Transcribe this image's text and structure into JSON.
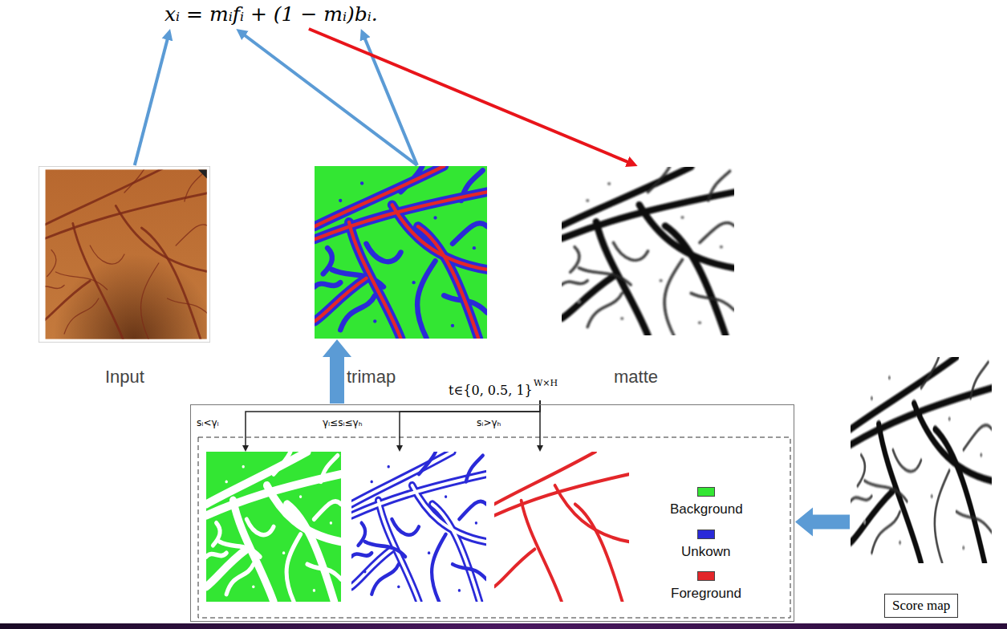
{
  "diagram": {
    "nodes": [
      {
        "text": [
          "xᵢ = mᵢfᵢ + (1 − mᵢ)bᵢ."
        ]
      },
      {
        "text": [
          "Input"
        ]
      },
      {
        "text": [
          "trimap"
        ]
      },
      {
        "text": [
          "matte"
        ]
      },
      {
        "text": [
          "t∈{0, 0.5, 1}",
          "W×H"
        ]
      },
      {
        "text": [
          "sᵢ<γₗ"
        ],
        "in": 4
      },
      {
        "text": [
          "γₗ≤sᵢ≤γₕ"
        ],
        "in": 4
      },
      {
        "text": [
          "sᵢ>γₕ"
        ],
        "in": 4
      },
      {
        "text": [
          "Score map"
        ]
      }
    ],
    "edges": [
      {
        "from": 1,
        "to": 0,
        "arrow": "to"
      },
      {
        "from": 2,
        "to": 0,
        "arrow": "to"
      },
      {
        "from": 2,
        "to": 0,
        "arrow": "to"
      },
      {
        "from": 0,
        "to": 3,
        "arrow": "to"
      },
      {
        "from": 4,
        "to": 2,
        "arrow": "to"
      },
      {
        "from": 4,
        "to": 5,
        "arrow": "to"
      },
      {
        "from": 4,
        "to": 6,
        "arrow": "to"
      },
      {
        "from": 4,
        "to": 7,
        "arrow": "to"
      },
      {
        "from": 8,
        "to": 4,
        "arrow": "to"
      }
    ],
    "legend": [
      {
        "text": "Background",
        "color": "#33e633"
      },
      {
        "text": "Unkown",
        "color": "#2a2ad8"
      },
      {
        "text": "Foreground",
        "color": "#e3262a"
      }
    ]
  }
}
